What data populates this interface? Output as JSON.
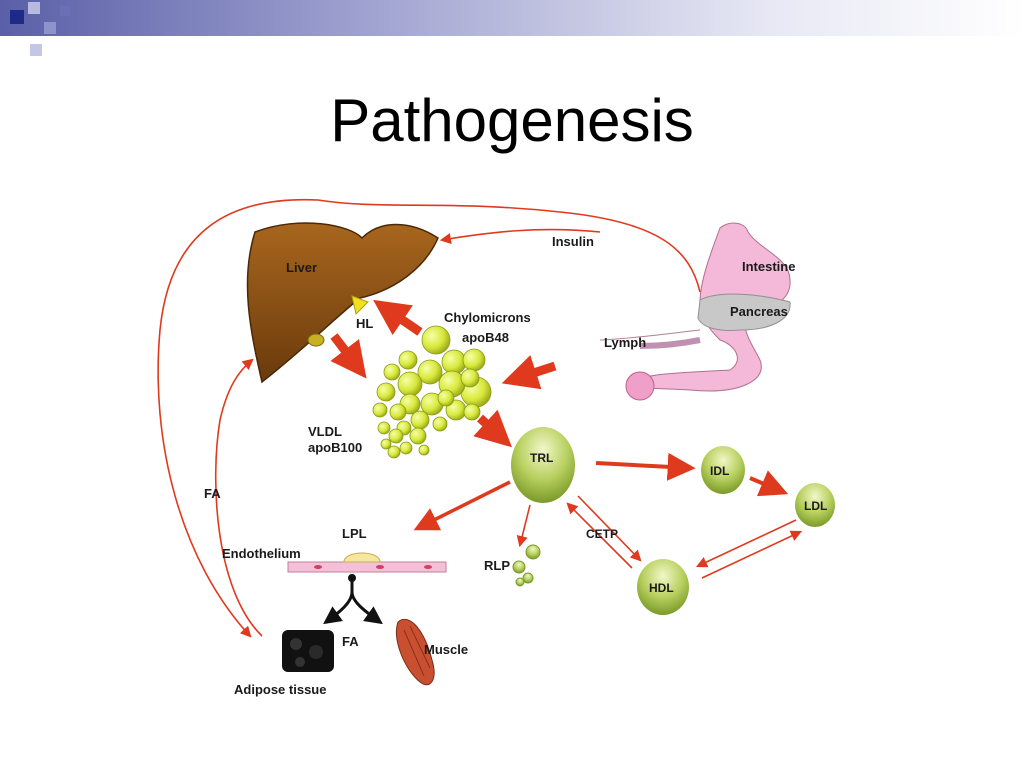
{
  "slide": {
    "title": "Pathogenesis"
  },
  "labels": {
    "liver": "Liver",
    "hl": "HL",
    "chylomicrons": "Chylomicrons",
    "apob48": "apoB48",
    "insulin": "Insulin",
    "intestine": "Intestine",
    "pancreas": "Pancreas",
    "lymph": "Lymph",
    "vldl": "VLDL",
    "apob100": "apoB100",
    "trl": "TRL",
    "idl": "IDL",
    "ldl": "LDL",
    "hdl": "HDL",
    "cetp": "CETP",
    "rlp": "RLP",
    "lpl": "LPL",
    "endothelium": "Endothelium",
    "fa_left": "FA",
    "fa_bottom": "FA",
    "muscle": "Muscle",
    "adipose": "Adipose tissue"
  },
  "colors": {
    "header_bar": "#5a5fa8",
    "accent_square": "#1e2a8a",
    "arrow": "#e03a1e",
    "liver": "#8a4e14",
    "particle": "#d8e83a",
    "lipoprotein": "#b8d060",
    "intestine": "#f4b8d8"
  }
}
